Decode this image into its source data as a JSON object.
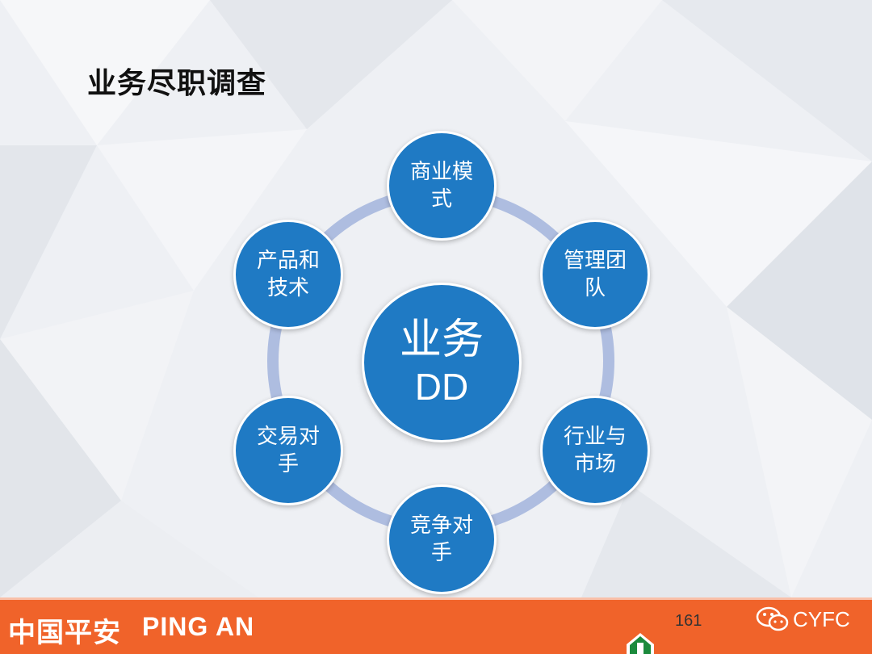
{
  "slide": {
    "title": "业务尽职调查"
  },
  "center": {
    "line1": "业务",
    "line2": "DD"
  },
  "nodes": [
    {
      "label": "商业模式"
    },
    {
      "label": "管理团队"
    },
    {
      "label": "行业与市场"
    },
    {
      "label": "竞争对手"
    },
    {
      "label": "交易对手"
    },
    {
      "label": "产品和技术"
    }
  ],
  "footer": {
    "brand_cn": "中国平安",
    "brand_en": "PING AN",
    "page_number": "161",
    "watermark": "CYFC"
  },
  "colors": {
    "node_fill": "#1f7ac4",
    "ring": "#aebde0",
    "footer": "#f0632a"
  },
  "icons": {
    "wechat": "wechat-icon",
    "logo": "pingan-logo-icon"
  }
}
